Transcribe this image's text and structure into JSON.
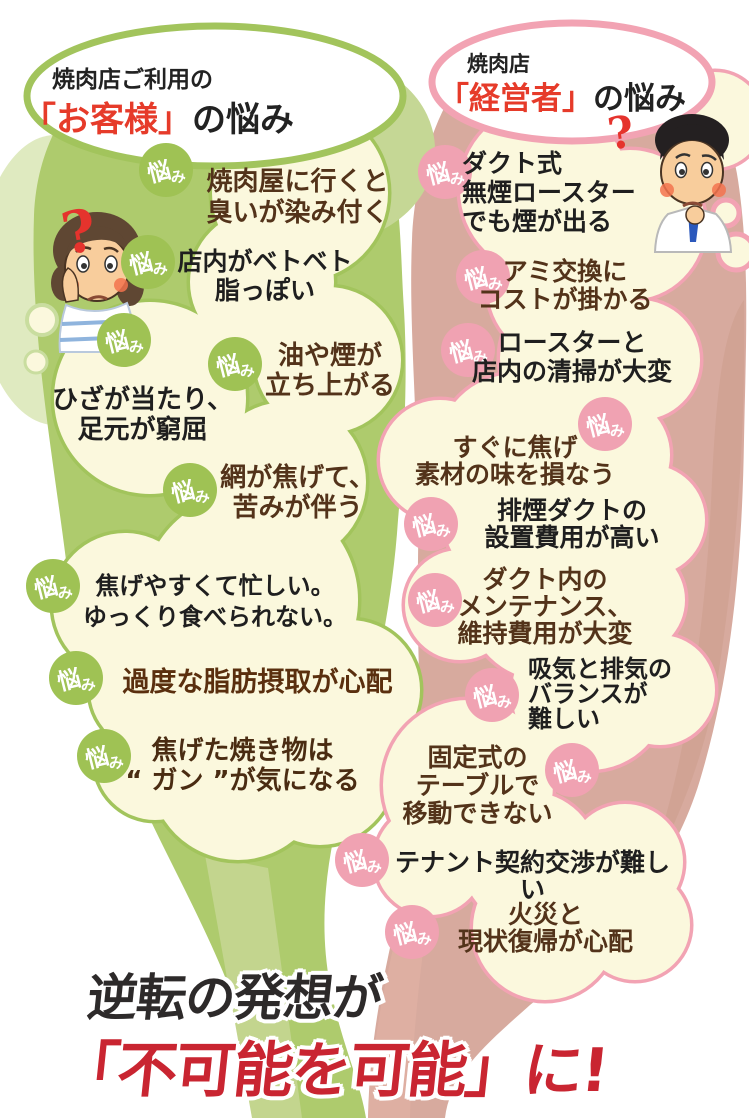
{
  "badge_label": {
    "main": "悩",
    "sub": "み"
  },
  "question_mark": "?",
  "left": {
    "title": {
      "line1": "焼肉店ご利用の",
      "highlight": "「お客様」",
      "suffix": "の悩み"
    },
    "bubbles": [
      {
        "lines": [
          "焼肉屋に行くと",
          "臭いが染み付く"
        ]
      },
      {
        "lines": [
          "店内がベトベト",
          "脂っぽい"
        ]
      },
      {
        "lines": [
          "油や煙が",
          "立ち上がる"
        ]
      },
      {
        "lines": [
          "ひざが当たり、",
          "足元が窮屈"
        ]
      },
      {
        "lines": [
          "網が焦げて、",
          "苦みが伴う"
        ]
      },
      {
        "lines": [
          "焦げやすくて忙しい。",
          "ゆっくり食べられない。"
        ]
      },
      {
        "lines": [
          "過度な脂肪摂取が心配"
        ]
      },
      {
        "lines": [
          "焦げた焼き物は",
          "“ ガン ”が気になる"
        ]
      }
    ]
  },
  "right": {
    "title": {
      "line1": "焼肉店",
      "highlight": "「経営者」",
      "suffix": "の悩み"
    },
    "bubbles": [
      {
        "lines": [
          "ダクト式",
          "無煙ロースター",
          "でも煙が出る"
        ]
      },
      {
        "lines": [
          "アミ交換に",
          "コストが掛かる"
        ]
      },
      {
        "lines": [
          "ロースターと",
          "店内の清掃が大変"
        ]
      },
      {
        "lines": [
          "すぐに焦げ",
          "素材の味を損なう"
        ]
      },
      {
        "lines": [
          "排煙ダクトの",
          "設置費用が高い"
        ]
      },
      {
        "lines": [
          "ダクト内の",
          "メンテナンス、",
          "維持費用が大変"
        ]
      },
      {
        "lines": [
          "吸気と排気の",
          "バランスが",
          "難しい"
        ]
      },
      {
        "lines": [
          "固定式の",
          "テーブルで",
          "移動できない"
        ]
      },
      {
        "lines": [
          "テナント契約交渉が難しい"
        ]
      },
      {
        "lines": [
          "火災と",
          "現状復帰が心配"
        ]
      }
    ]
  },
  "footer": {
    "line1": "逆転の発想が",
    "line2": "「不可能を可能」に!"
  },
  "colors": {
    "green_accent": "#a2c45c",
    "green_badge": "#9fc254",
    "green_bg": "#aecb6d",
    "pink_accent": "#f2a3b3",
    "pink_badge": "#f0a2b2",
    "rose_bg": "#d7aa9e",
    "cream": "#fbf8dd",
    "red_accent": "#e63b2a",
    "footer_red": "#c92531",
    "brown_text": "#53331a",
    "dark_text": "#1f1f1f"
  }
}
